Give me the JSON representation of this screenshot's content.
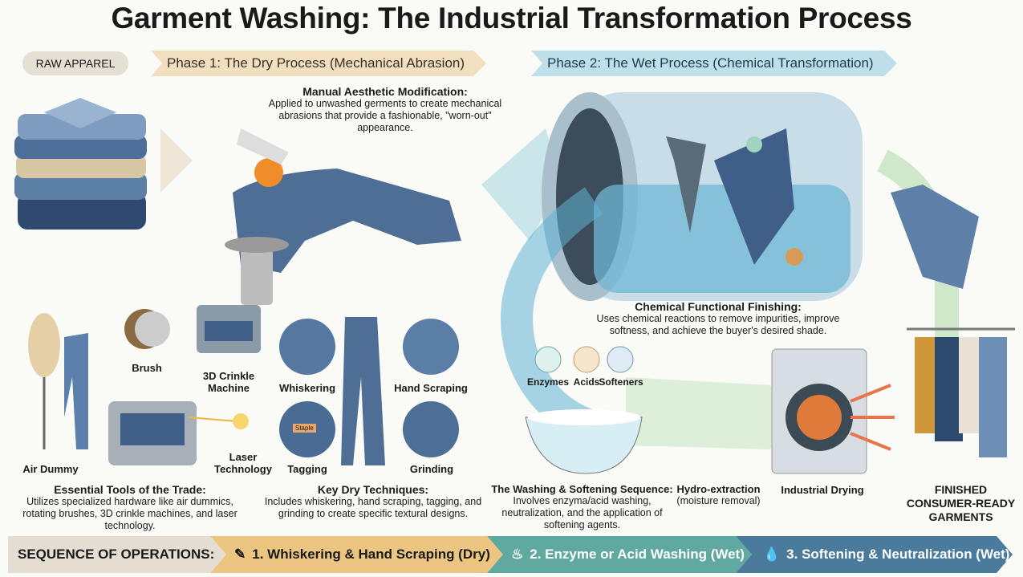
{
  "title": "Garment Washing: The Industrial Transformation Process",
  "raw_apparel": "RAW APPAREL",
  "phase1": "Phase 1: The Dry Process (Mechanical Abrasion)",
  "phase2": "Phase 2: The Wet Process (Chemical Transformation)",
  "manual": {
    "heading": "Manual Aesthetic Modification:",
    "text": "Applied to unwashed germents to create mechanical abrasions that provide a fashionable, \"worn-out\" appearance."
  },
  "chemical": {
    "heading": "Chemical Functional Finishing:",
    "text": "Uses chemical reactions to remove impurities, improve softness, and achieve the buyer's desired shade."
  },
  "tools": {
    "brush": "Brush",
    "crinkle": "3D Crinkle Machine",
    "air_dummy": "Air Dummy",
    "laser": "Laser Technology"
  },
  "techniques": {
    "whiskering": "Whiskering",
    "hand_scraping": "Hand Scraping",
    "tagging": "Tagging",
    "grinding": "Grinding",
    "tag_text": "Staple"
  },
  "chemicals": {
    "enzymes": "Enzymes",
    "acids": "Acids",
    "softeners": "Softeners"
  },
  "essential": {
    "heading": "Essential Tools of the Trade:",
    "text": "Utilizes specialized hardware like air dummics, rotating brushes, 3D crinkle machines, and laser technology."
  },
  "key_dry": {
    "heading": "Key Dry Techniques:",
    "text": "Includes whiskering, hand scraping, tagging, and grinding to create specific textural designs."
  },
  "washing": {
    "heading": "The Washing & Softening Sequence:",
    "text": "Involves enzyma/acid washing, neutralization, and the application of softening agents."
  },
  "hydro": {
    "heading": "Hydro-extraction",
    "text": "(moisture removal)"
  },
  "drying": "Industrial Drying",
  "finished": "FINISHED CONSUMER-READY GARMENTS",
  "sequence": {
    "label": "SEQUENCE OF OPERATIONS:",
    "steps": [
      {
        "label": "1. Whiskering & Hand Scraping (Dry)",
        "icon": "scraper-icon",
        "color": "#ecc680"
      },
      {
        "label": "2. Enzyme or Acid Washing (Wet)",
        "icon": "wash-basin-icon",
        "color": "#5fa9a0"
      },
      {
        "label": "3. Softening & Neutralization (Wet)",
        "icon": "water-drop-icon",
        "color": "#4a7a9c"
      }
    ]
  }
}
